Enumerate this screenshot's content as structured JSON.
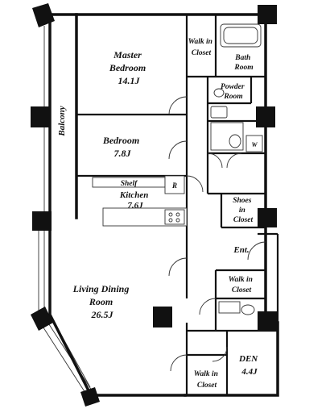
{
  "rooms": {
    "master_bedroom": {
      "name": [
        "Master",
        "Bedroom"
      ],
      "size": "14.1J"
    },
    "walk_in_closet_top": {
      "name": [
        "Walk in",
        "Closet"
      ]
    },
    "bath_room": {
      "name": [
        "Bath",
        "Room"
      ]
    },
    "powder_room": {
      "name": [
        "Powder",
        "Room"
      ]
    },
    "bedroom": {
      "name": [
        "Bedroom"
      ],
      "size": "7.8J"
    },
    "balcony": {
      "name": [
        "Balcony"
      ]
    },
    "shelf": {
      "name": [
        "Shelf"
      ]
    },
    "refrigerator": {
      "name": [
        "R"
      ]
    },
    "kitchen": {
      "name": [
        "Kitchen"
      ],
      "size": "7.6J"
    },
    "shoes_in_closet": {
      "name": [
        "Shoes",
        "in",
        "Closet"
      ]
    },
    "washer": {
      "name": [
        "W"
      ]
    },
    "entrance": {
      "name": [
        "Ent."
      ]
    },
    "walk_in_closet_mid": {
      "name": [
        "Walk in",
        "Closet"
      ]
    },
    "living_dining": {
      "name": [
        "Living Dining",
        "Room"
      ],
      "size": "26.5J"
    },
    "den": {
      "name": [
        "DEN"
      ],
      "size": "4.4J"
    },
    "walk_in_closet_bottom": {
      "name": [
        "Walk in",
        "Closet"
      ]
    }
  }
}
